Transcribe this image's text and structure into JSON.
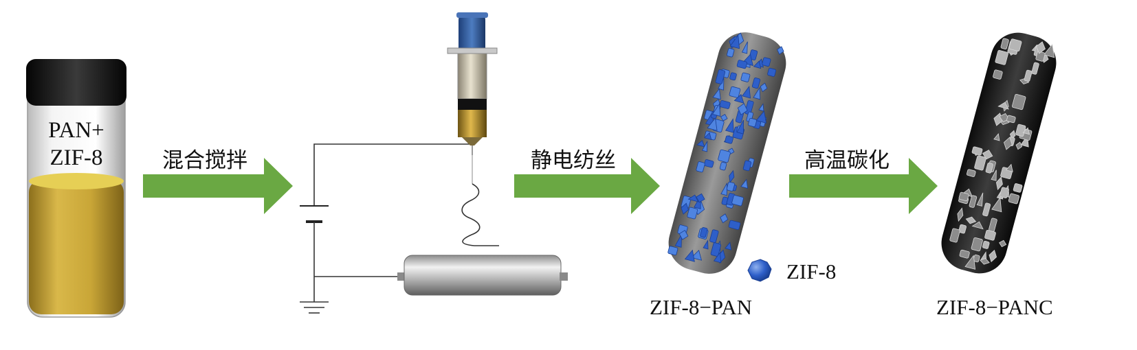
{
  "vial": {
    "line1": "PAN+",
    "line2": "ZIF-8"
  },
  "steps": [
    {
      "label": "混合搅拌"
    },
    {
      "label": "静电纺丝"
    },
    {
      "label": "高温碳化"
    }
  ],
  "fibers": [
    {
      "label": "ZIF-8−PAN"
    },
    {
      "label": "ZIF-8−PANC"
    }
  ],
  "legend": {
    "label": "ZIF-8"
  },
  "colors": {
    "arrow": "#6aa843",
    "zif": "#2e5fc9",
    "cap": "#141414",
    "liquid": "#c8a43a",
    "fiber_gray": "#7a7a7a",
    "fiber_black": "#202020"
  }
}
